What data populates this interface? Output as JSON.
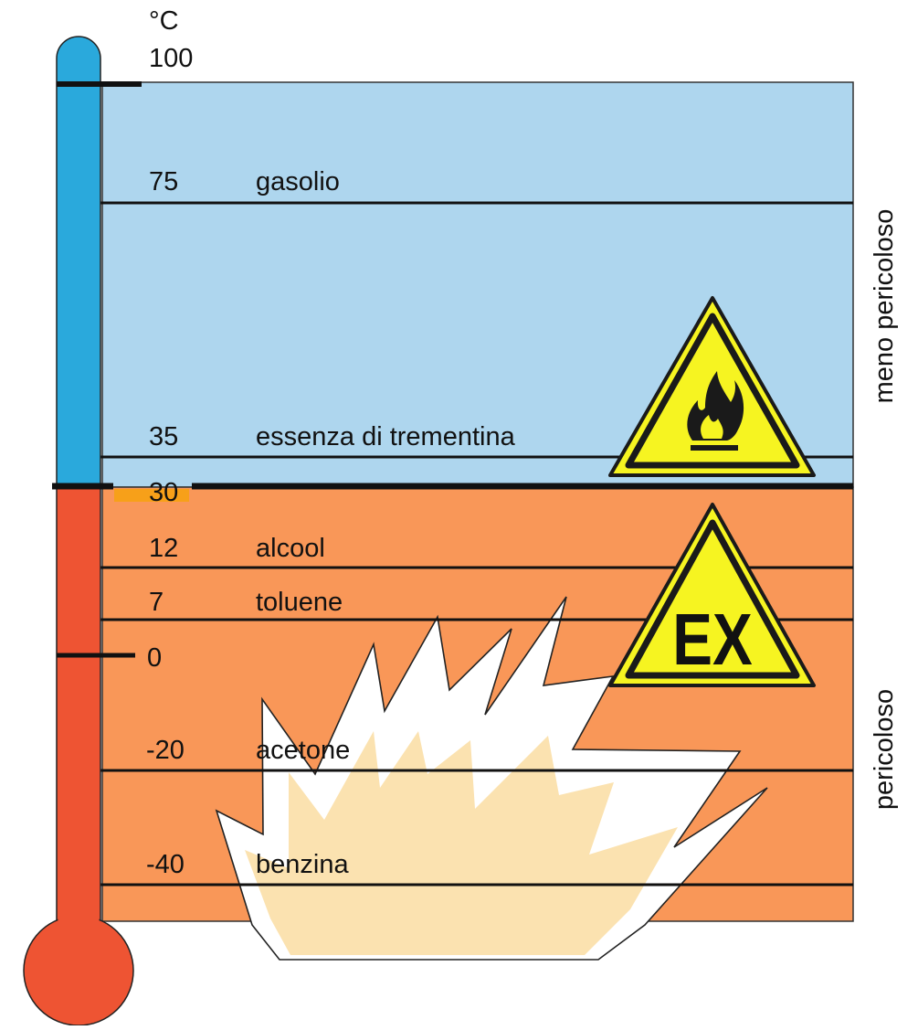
{
  "unit": "°C",
  "scale_labels": [
    {
      "value": "100",
      "substance": ""
    },
    {
      "value": "75",
      "substance": "gasolio"
    },
    {
      "value": "35",
      "substance": "essenza di trementina"
    },
    {
      "value": "30",
      "substance": ""
    },
    {
      "value": "12",
      "substance": "alcool"
    },
    {
      "value": "7",
      "substance": "toluene"
    },
    {
      "value": "0",
      "substance": ""
    },
    {
      "value": "-20",
      "substance": "acetone"
    },
    {
      "value": "-40",
      "substance": "benzina"
    }
  ],
  "zones": {
    "upper": "meno pericoloso",
    "lower": "pericoloso"
  },
  "signs": {
    "flammable": "flame-warning",
    "explosive_text": "EX"
  },
  "colors": {
    "upper_fill": "#aed6ee",
    "lower_fill": "#f99758",
    "tube_blue": "#2aa9dc",
    "tube_red": "#ee5433",
    "sign_yellow": "#f6f421",
    "burst_fill": "#fbe2b0",
    "highlight_orange": "#f7a019"
  }
}
